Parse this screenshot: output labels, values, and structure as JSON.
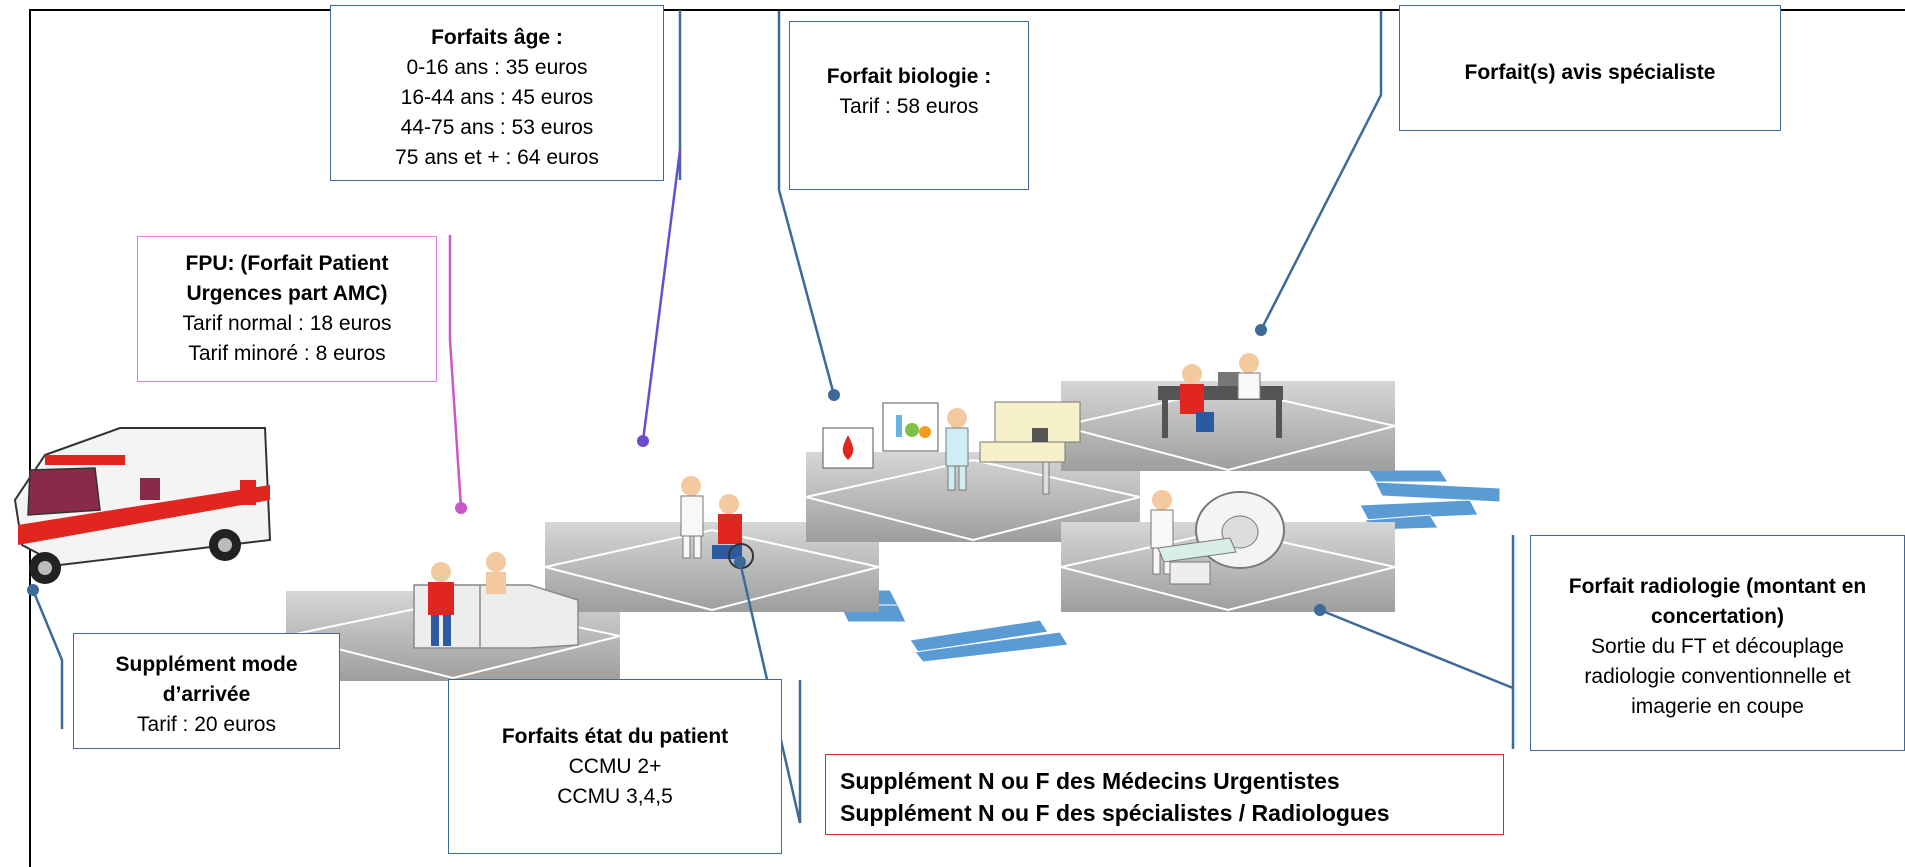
{
  "boxes": {
    "age": {
      "title": "Forfaits âge :",
      "lines": [
        "0-16 ans : 35 euros",
        "16-44 ans : 45 euros",
        "44-75 ans : 53 euros",
        "75 ans et + : 64 euros"
      ]
    },
    "biology": {
      "title": "Forfait biologie :",
      "lines": [
        "Tarif : 58 euros"
      ]
    },
    "specialist": {
      "title": "Forfait(s) avis spécialiste"
    },
    "fpu": {
      "title_line1": "FPU: (Forfait Patient",
      "title_line2": "Urgences part AMC)",
      "lines": [
        "Tarif normal : 18 euros",
        "Tarif minoré : 8  euros"
      ]
    },
    "arrival": {
      "title_line1": "Supplément mode",
      "title_line2": "d’arrivée",
      "lines": [
        "Tarif  : 20 euros"
      ]
    },
    "patient_state": {
      "title": "Forfaits état du patient",
      "lines": [
        "CCMU 2+",
        "CCMU 3,4,5"
      ]
    },
    "supplements": {
      "lines": [
        "Supplément N ou F des Médecins Urgentistes",
        "Supplément N ou F des spécialistes / Radiologues"
      ]
    },
    "radiology": {
      "title_line1": "Forfait radiologie   (montant en",
      "title_line2": "concertation)",
      "lines": [
        "Sortie du FT et découplage",
        "radiologie conventionnelle et",
        "imagerie en coupe"
      ]
    }
  },
  "colors": {
    "connector": "#3e6a9a",
    "pink_connector": "#cc55cc",
    "purple_connector": "#6a4ccc",
    "alert_border": "#e0261f",
    "ambulance_stripe": "#e0261f",
    "stairs": "#5b9bd5"
  }
}
